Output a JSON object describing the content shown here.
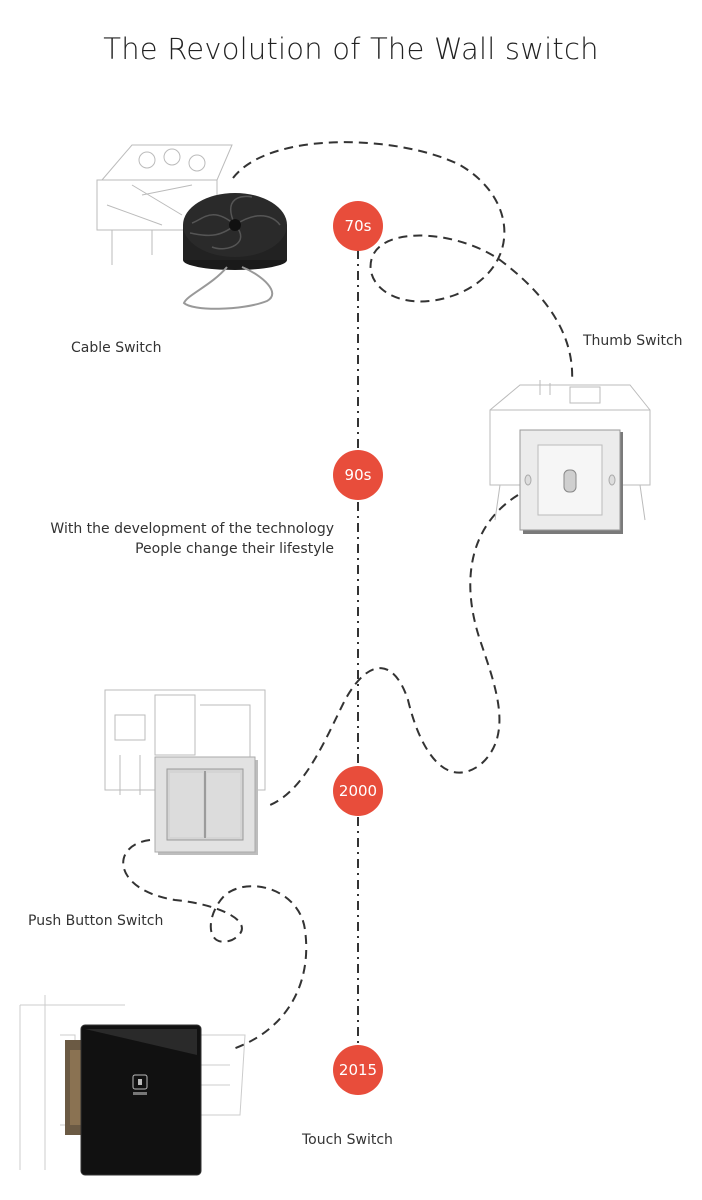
{
  "title": "The Revolution of The Wall switch",
  "eras": [
    {
      "label": "70s"
    },
    {
      "label": "90s"
    },
    {
      "label": "2000"
    },
    {
      "label": "2015"
    }
  ],
  "switches": [
    {
      "name": "Cable Switch"
    },
    {
      "name": "Thumb Switch"
    },
    {
      "name": "Push Button Switch"
    },
    {
      "name": "Touch Switch"
    }
  ],
  "caption": {
    "line1": "With the development of the technology",
    "line2": "People change their lifestyle"
  },
  "colors": {
    "accent": "#e84d3b",
    "text": "#333333",
    "path": "#333333"
  }
}
